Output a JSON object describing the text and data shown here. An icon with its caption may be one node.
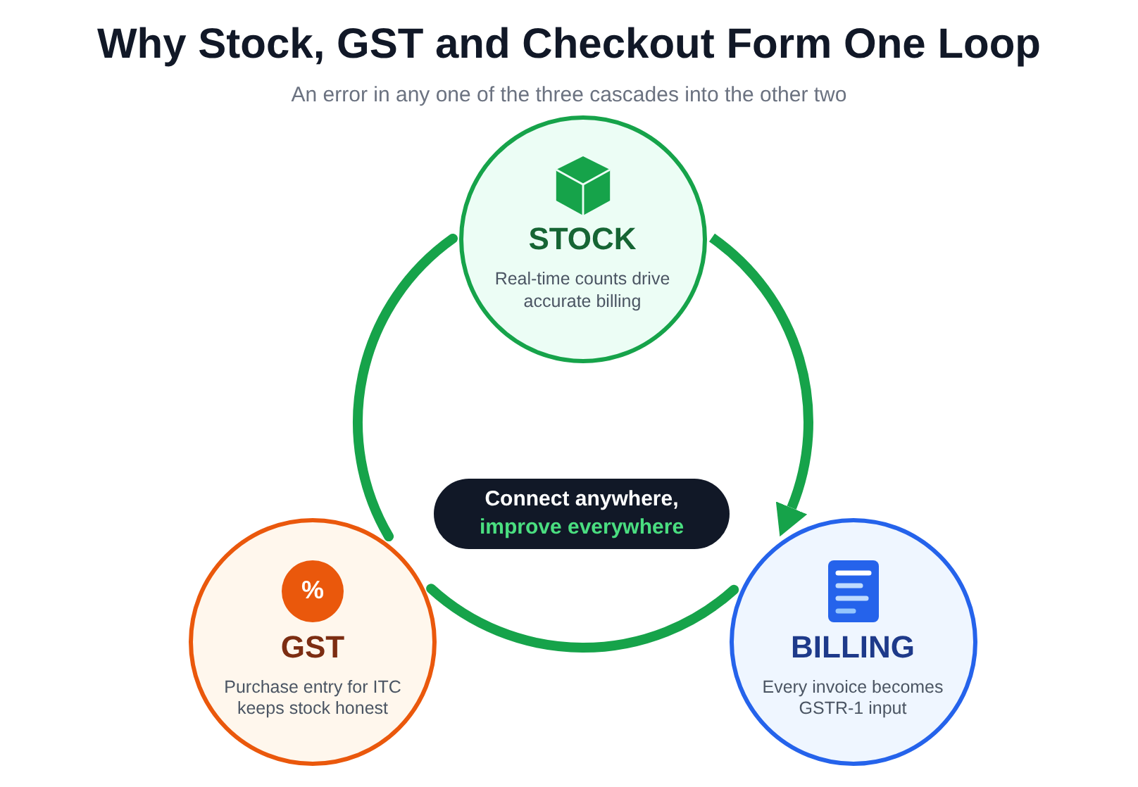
{
  "diagram": {
    "title": "Why Stock, GST and Checkout Form One Loop",
    "caption": "An error in any one of the three cascades into the other two",
    "nodes": [
      {
        "text": [
          "STOCK",
          "Real-time counts drive accurate billing"
        ]
      },
      {
        "text": [
          "Connect anywhere,",
          "improve everywhere"
        ]
      },
      {
        "text": [
          "%",
          "GST",
          "Purchase entry for ITC keeps stock honest"
        ]
      },
      {
        "text": [
          "BILLING",
          "Every invoice becomes GSTR-1 input"
        ]
      }
    ],
    "edges": [
      {
        "from": 0,
        "to": 3,
        "arrow": "to"
      },
      {
        "from": 3,
        "to": 2,
        "arrow": "none"
      },
      {
        "from": 2,
        "to": 0,
        "arrow": "none"
      }
    ]
  }
}
